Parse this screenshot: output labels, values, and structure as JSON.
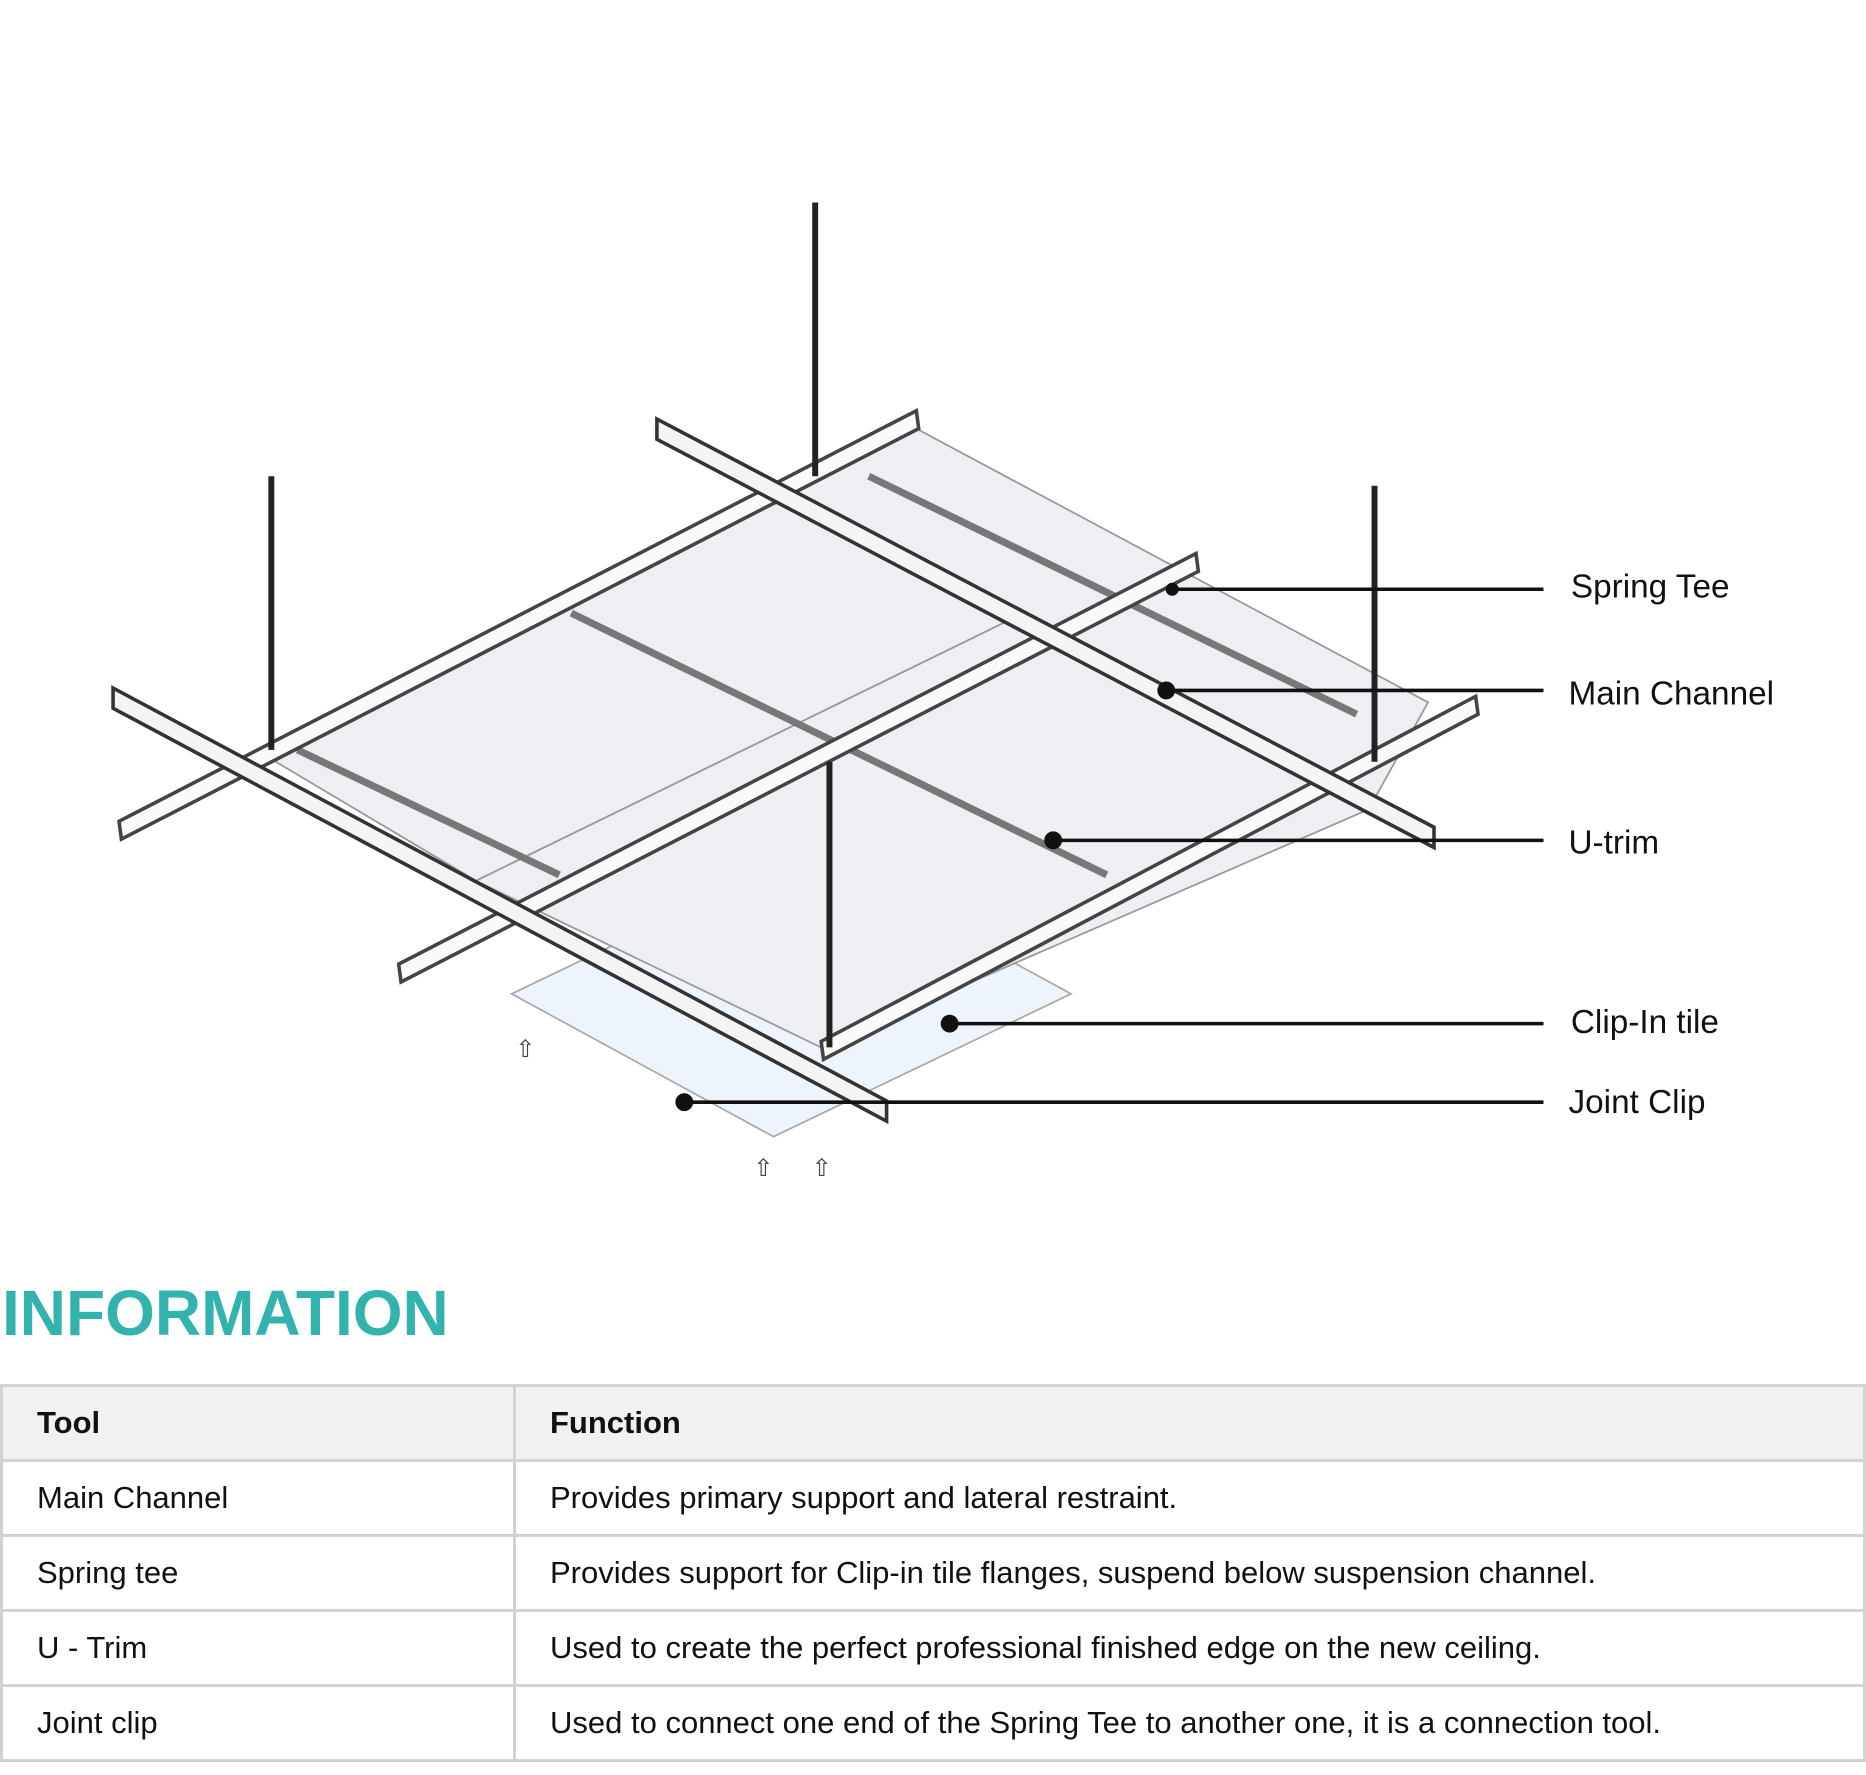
{
  "diagram": {
    "labels": {
      "spring_tee": "Spring Tee",
      "main_channel": "Main Channel",
      "u_trim": "U-trim",
      "clip_in_tile": "Clip-In tile",
      "joint_clip": "Joint Clip"
    }
  },
  "section_title": "INFORMATION",
  "table": {
    "headers": [
      "Tool",
      "Function"
    ],
    "rows": [
      [
        "Main Channel",
        "Provides primary support and lateral restraint."
      ],
      [
        "Spring tee",
        "Provides support for Clip-in tile flanges, suspend below suspension channel."
      ],
      [
        "U - Trim",
        "Used to create the perfect professional finished edge on the new ceiling."
      ],
      [
        "Joint clip",
        "Used to connect one end of the Spring Tee to another one, it is a connection tool."
      ]
    ]
  },
  "colors": {
    "accent": "#33b3ad",
    "header_bg": "#f1f1f1",
    "border": "#d2d2d2"
  }
}
